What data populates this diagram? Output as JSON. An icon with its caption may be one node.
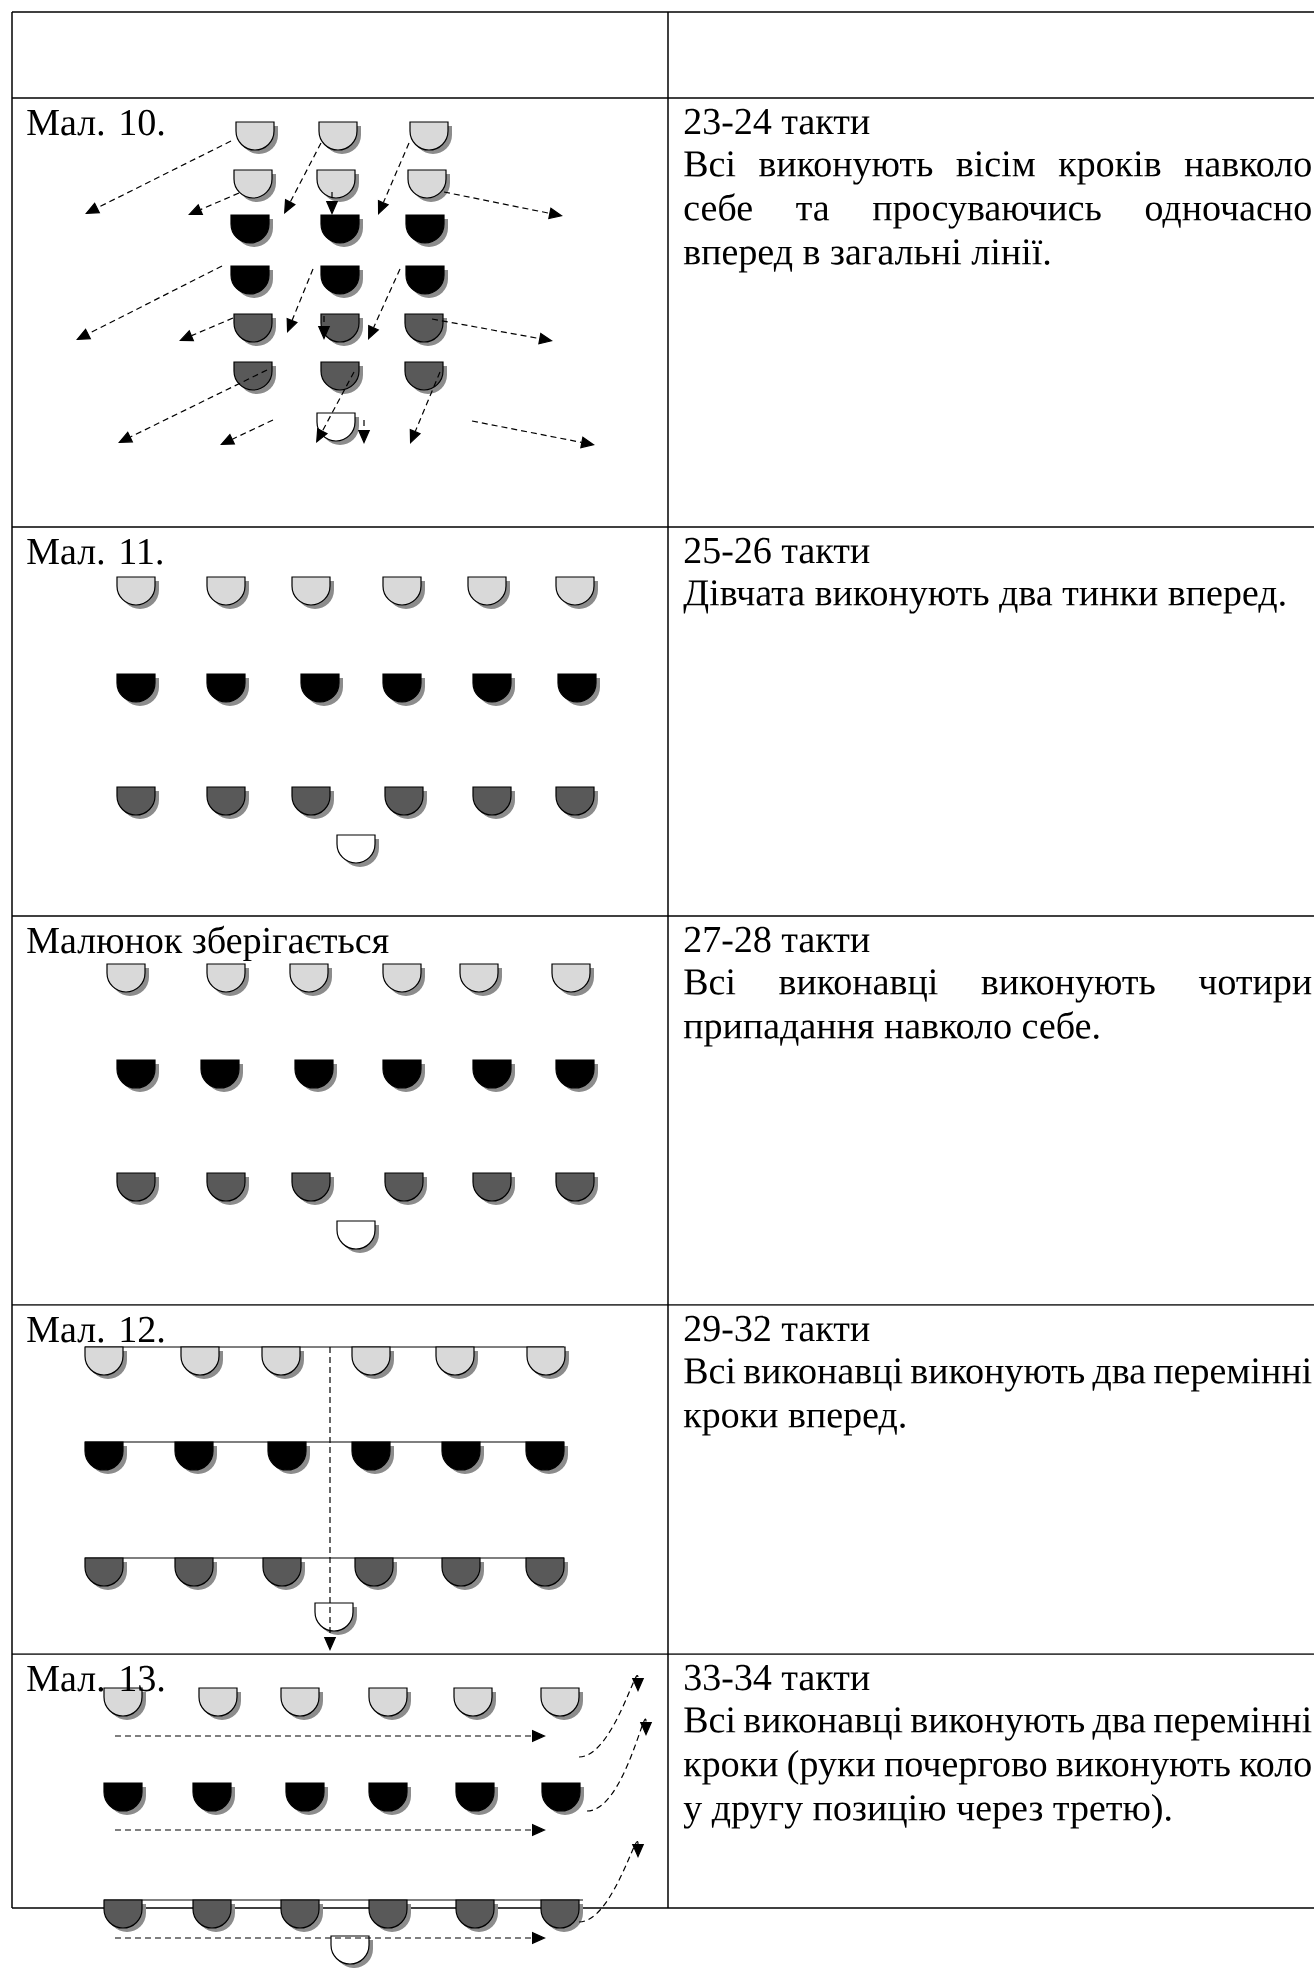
{
  "diagram": {
    "labels": [
      "Мал. 10.",
      "23-24 такти",
      "Всі виконують вісім кроків навколо себе та просуваючись одночасно вперед в загальні лінії.",
      "Мал. 11.",
      "25-26 такти",
      "Дівчата виконують два тинки вперед.",
      "Малюнок зберігається",
      "27-28 такти",
      "Всі виконавці виконують чотири припадання навколо себе.",
      "Мал. 12.",
      "29-32 такти",
      "Всі виконавці виконують два перемінні кроки вперед.",
      "Мал. 13.",
      "33-34 такти",
      "Всі виконавці виконують два перемінні кроки (руки почергово виконують коло у другу позицію через третю)."
    ]
  }
}
